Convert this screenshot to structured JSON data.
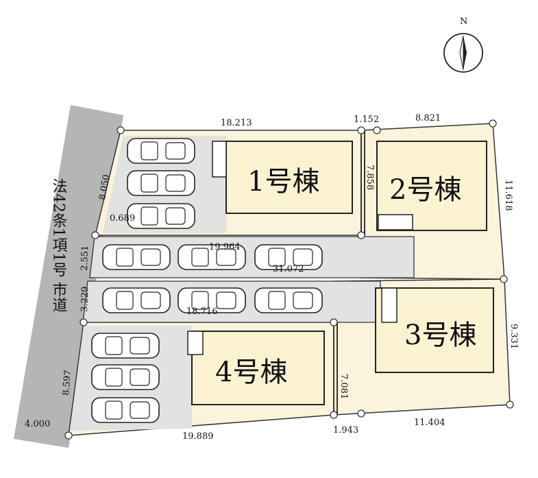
{
  "compass": {
    "letter": "N",
    "icon": "north-arrow-icon"
  },
  "road": {
    "label": "法42条1項1号 市道"
  },
  "buildings": [
    {
      "id": "1",
      "label": "1号棟"
    },
    {
      "id": "2",
      "label": "2号棟"
    },
    {
      "id": "3",
      "label": "3号棟"
    },
    {
      "id": "4",
      "label": "4号棟"
    }
  ],
  "dimensions": {
    "top_1": "18.213",
    "top_gap": "1.152",
    "top_2": "8.821",
    "right_2": "11.618",
    "inner_2_left": "7.858",
    "left_1": "8.050",
    "corner_1": "0.689",
    "drive_top": "19.964",
    "drive_top_right": "31.072",
    "left_drive": "2.551",
    "left_drive2": "3.229",
    "drive_bottom": "18.716",
    "right_3": "9.331",
    "inner_3_left": "7.081",
    "left_4": "8.597",
    "road_width": "4.000",
    "bottom_4": "19.889",
    "bottom_gap": "1.943",
    "bottom_3": "11.404"
  },
  "colors": {
    "lot_fill": "#fbf3dc",
    "building_fill": "#fbf2d2",
    "drive_fill": "#e2e2e2",
    "road_fill": "#b5b5b5",
    "line": "#333333"
  }
}
